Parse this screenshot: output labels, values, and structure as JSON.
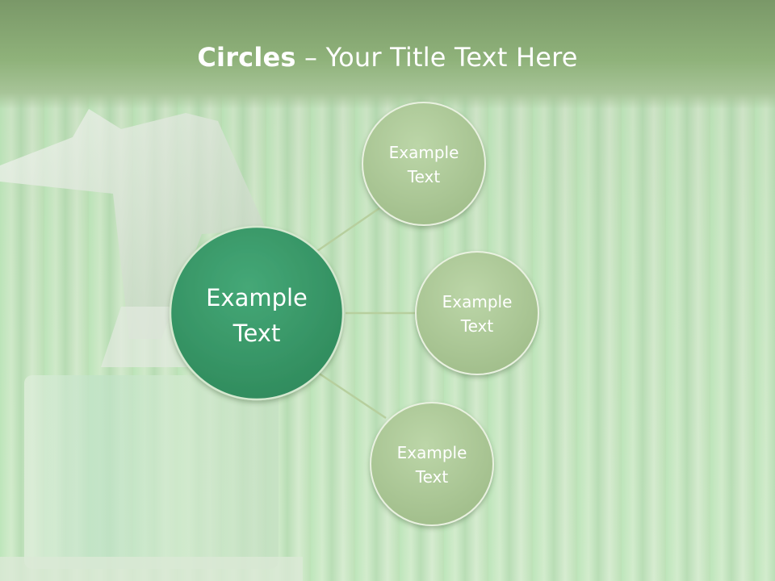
{
  "title": {
    "bold": "Circles",
    "rest": " – Your Title Text Here"
  },
  "center": {
    "line1": "Example",
    "line2": "Text"
  },
  "satellites": [
    {
      "line1": "Example",
      "line2": "Text"
    },
    {
      "line1": "Example",
      "line2": "Text"
    },
    {
      "line1": "Example",
      "line2": "Text"
    }
  ],
  "colors": {
    "center": "#3d9e6c",
    "satellite": "#aec996",
    "connector": "#b7cf9e"
  }
}
